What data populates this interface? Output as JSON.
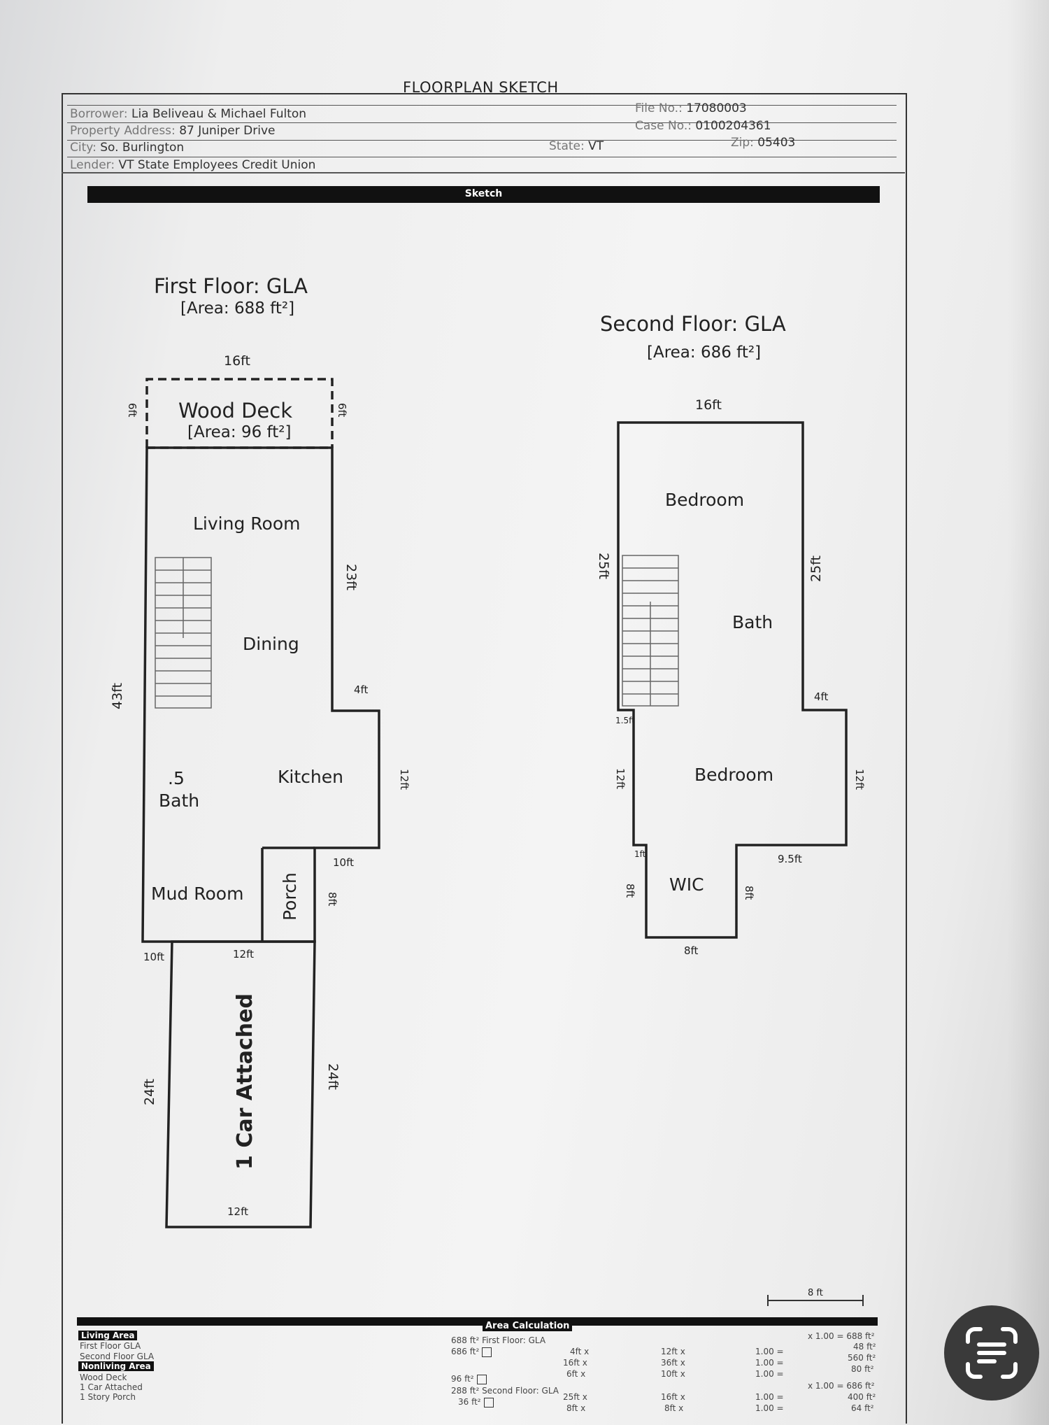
{
  "header": {
    "doc_title": "FLOORPLAN SKETCH",
    "borrower_label": "Borrower:",
    "borrower": "Lia Beliveau & Michael Fulton",
    "address_label": "Property Address:",
    "address": "87 Juniper Drive",
    "city_label": "City:",
    "city": "So. Burlington",
    "state_label": "State:",
    "state": "VT",
    "lender_label": "Lender:",
    "lender": "VT State Employees Credit Union",
    "file_label": "File No.:",
    "file_no": "17080003",
    "case_label": "Case No.:",
    "case_no": "0100204361",
    "zip_label": "Zip:",
    "zip": "05403",
    "sketch_bar": "Sketch"
  },
  "first_floor": {
    "title": "First Floor: GLA",
    "area": "[Area: 688 ft²]",
    "deck_name": "Wood Deck",
    "deck_area": "[Area: 96 ft²]",
    "rooms": {
      "living": "Living Room",
      "dining": "Dining",
      "kitchen": "Kitchen",
      "half_bath_a": ".5",
      "half_bath_b": "Bath",
      "mud_room": "Mud Room",
      "porch": "Porch",
      "garage": "1 Car Attached"
    },
    "dims": {
      "top": "16ft",
      "deck_left": "6ft",
      "deck_right": "6ft",
      "right_upper": "23ft",
      "step_right": "4ft",
      "kitchen_right": "12ft",
      "left_total": "43ft",
      "porch_bottom": "10ft",
      "porch_side": "8ft",
      "garage_left_top": "10ft",
      "garage_top": "12ft",
      "garage_left": "24ft",
      "garage_right": "24ft",
      "garage_bottom": "12ft"
    }
  },
  "second_floor": {
    "title": "Second Floor:  GLA",
    "area": "[Area: 686 ft²]",
    "rooms": {
      "bedroom_top": "Bedroom",
      "bath": "Bath",
      "bedroom_bottom": "Bedroom",
      "wic": "WIC"
    },
    "dims": {
      "top": "16ft",
      "left_upper": "25ft",
      "right_upper": "25ft",
      "step_right": "4ft",
      "step_left": "1.5ft",
      "left_mid": "12ft",
      "right_mid": "12ft",
      "wic_step": "1ft",
      "right_step": "9.5ft",
      "wic_left": "8ft",
      "wic_right": "8ft",
      "wic_bottom": "8ft"
    }
  },
  "scale": "8 ft",
  "area_calc": {
    "title": "Area Calculation",
    "living_header": "Living Area",
    "nonliving_header": "Nonliving Area",
    "left_items": [
      "First Floor GLA",
      "Second Floor GLA",
      "Wood Deck",
      "1 Car Attached",
      "1 Story Porch"
    ],
    "mid_items": [
      "688 ft²  First Floor: GLA",
      "686 ft²",
      "96 ft²",
      "288 ft²  Second Floor: GLA",
      "36 ft²"
    ],
    "col_a": [
      "4ft x",
      "16ft x",
      "6ft x",
      "25ft x",
      "8ft x"
    ],
    "col_b": [
      "12ft x",
      "36ft x",
      "10ft x",
      "16ft x",
      "8ft x"
    ],
    "col_c": [
      "1.00 =",
      "1.00 =",
      "1.00 =",
      "1.00 =",
      "1.00 ="
    ],
    "col_d": [
      "x 1.00 = 688 ft²",
      "48 ft²",
      "560 ft²",
      "80 ft²",
      "x 1.00 = 686 ft²",
      "400 ft²",
      "64 ft²"
    ]
  }
}
